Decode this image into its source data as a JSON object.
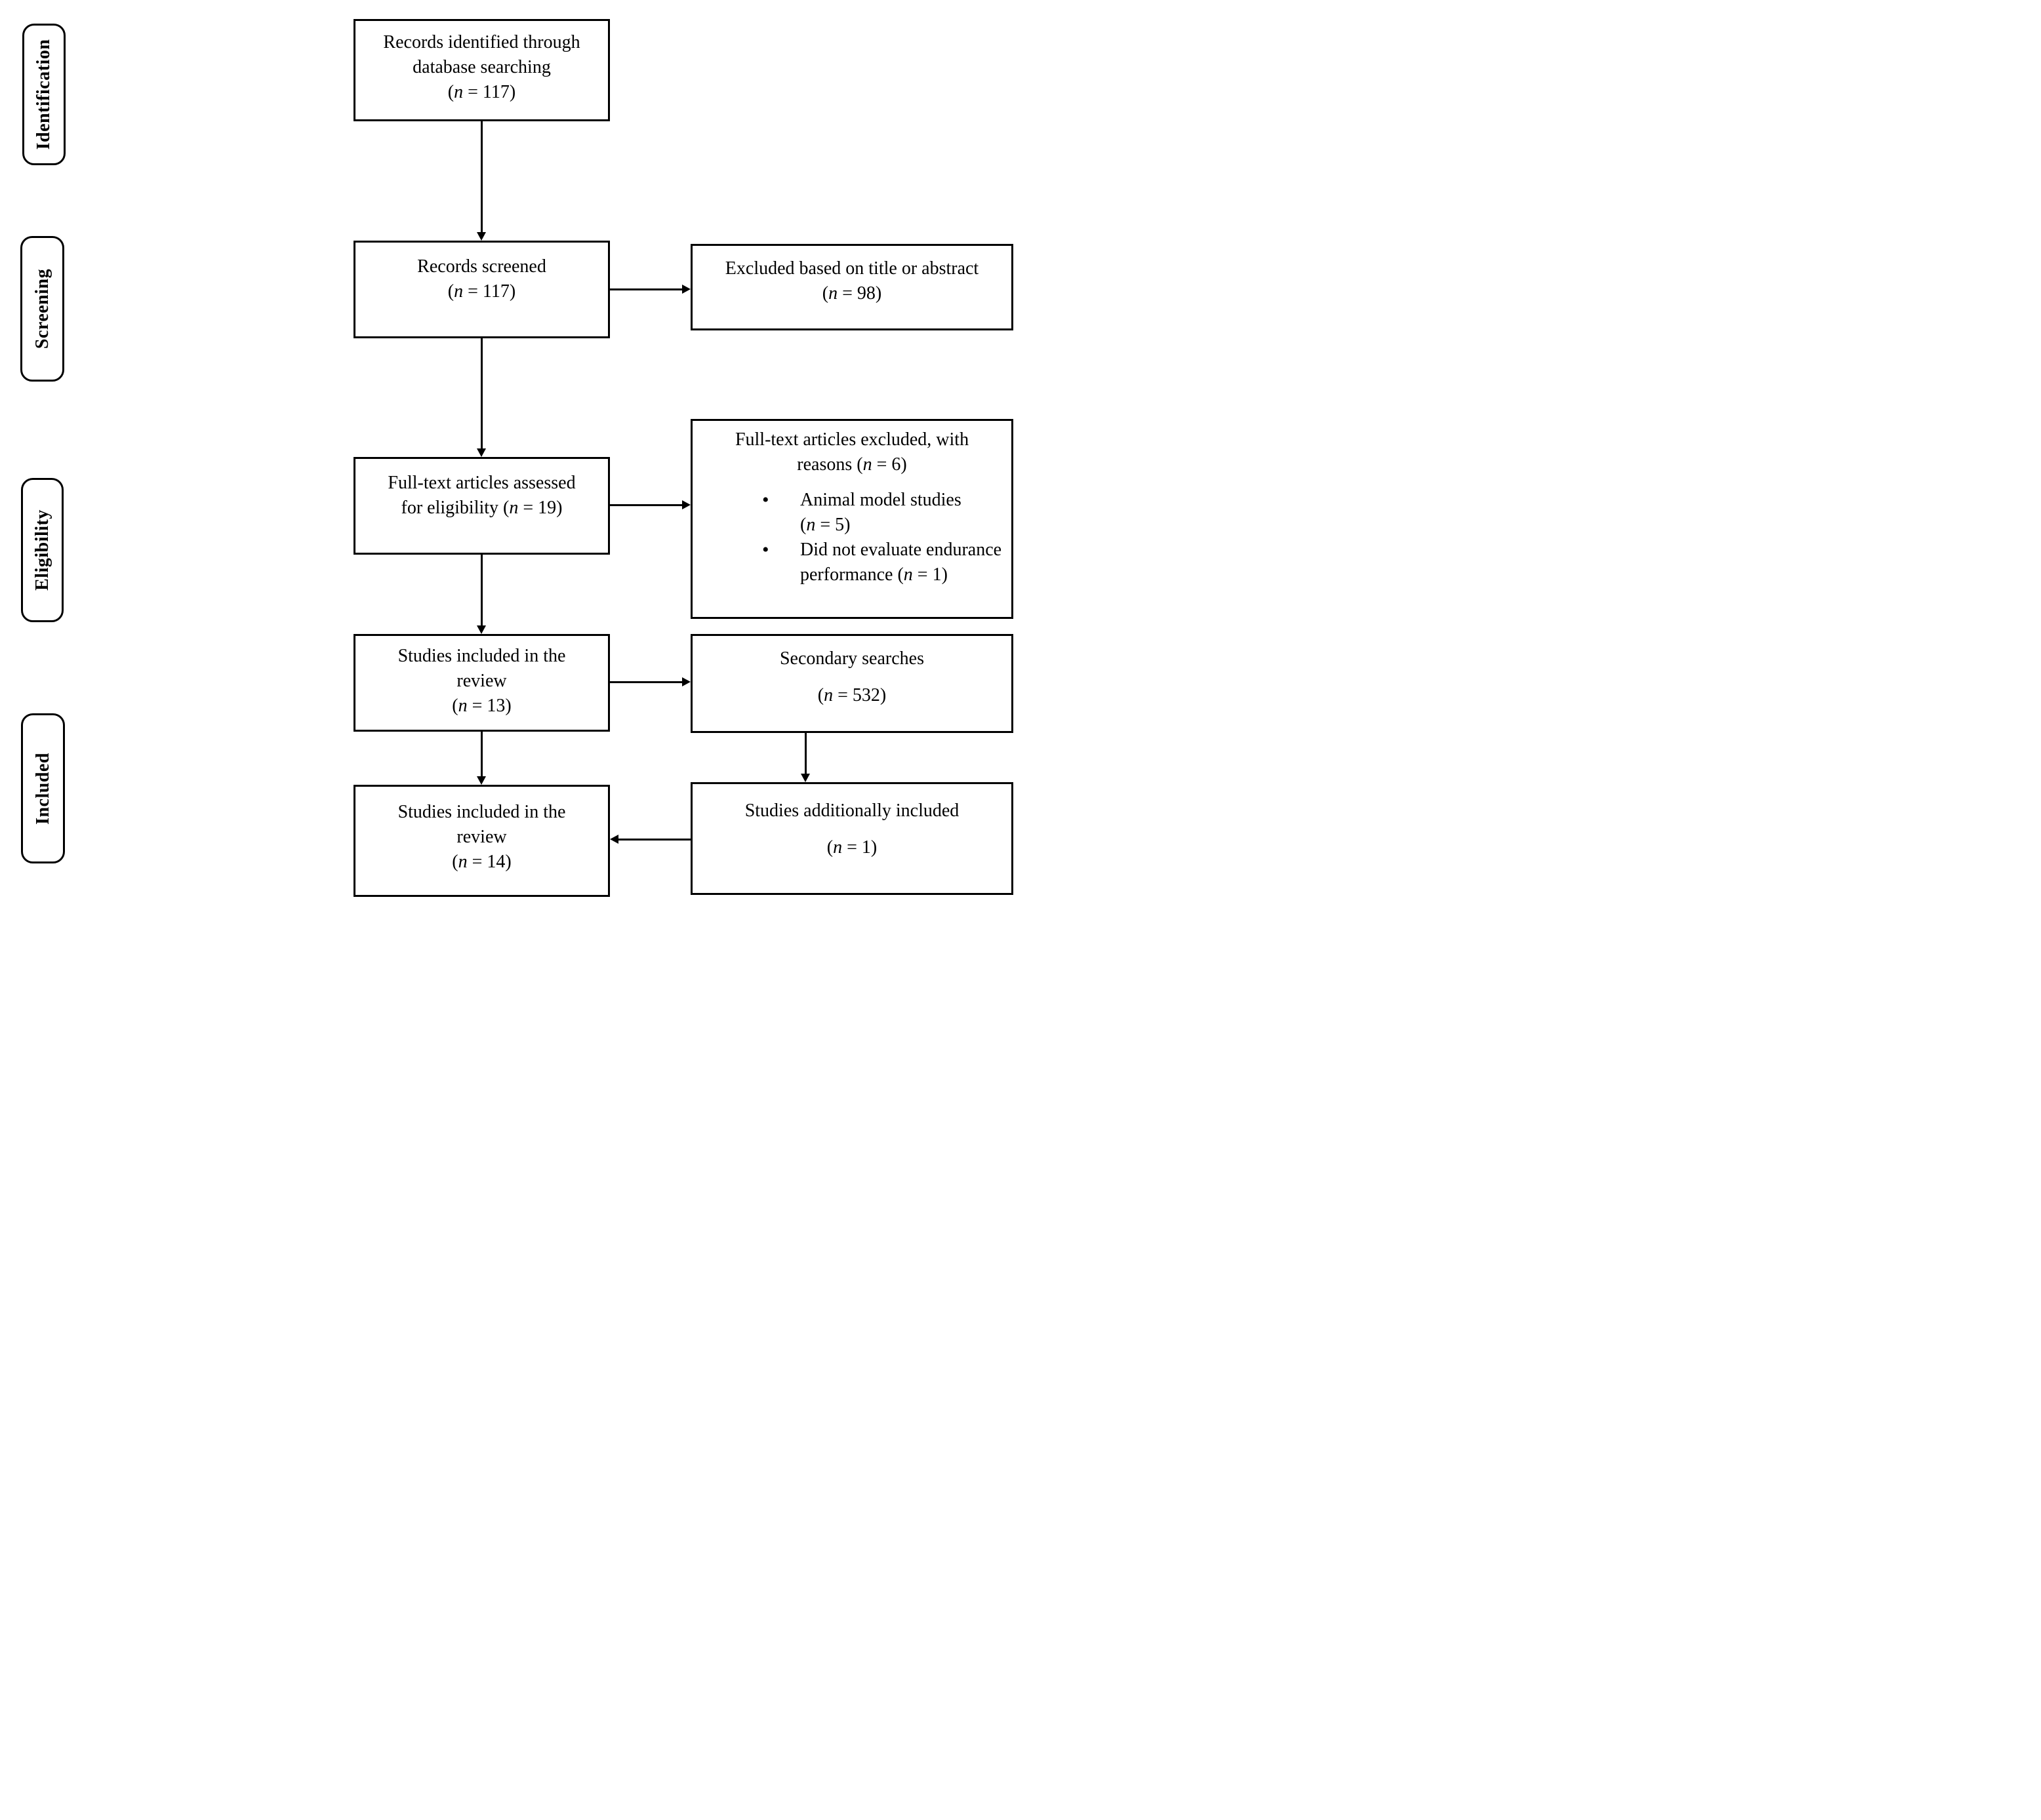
{
  "diagram": {
    "title": "PRISMA flow diagram",
    "colors": {
      "box_border": "#000000",
      "box_background": "#ffffff",
      "text": "#000000",
      "arrow": "#000000",
      "page_background": "#ffffff"
    },
    "stages": [
      {
        "label": "Identification"
      },
      {
        "label": "Screening"
      },
      {
        "label": "Eligibility"
      },
      {
        "label": "Included"
      }
    ],
    "boxes": {
      "identified": {
        "lines": [
          "Records identified through",
          "database searching",
          "(n = 117)"
        ]
      },
      "screened": {
        "lines": [
          "Records screened",
          "(n = 117)"
        ]
      },
      "excluded_title_abstract": {
        "lines": [
          "Excluded based on title or abstract",
          "(n = 98)"
        ]
      },
      "fulltext_assessed": {
        "lines": [
          "Full-text articles assessed",
          "for eligibility (n = 19)"
        ]
      },
      "fulltext_excluded": {
        "title_lines": [
          "Full-text articles excluded, with",
          "reasons (n = 6)"
        ],
        "bullets": [
          {
            "lines": [
              "Animal model studies",
              "(n = 5)"
            ]
          },
          {
            "lines": [
              "Did not evaluate endurance",
              "performance (n = 1)"
            ]
          }
        ]
      },
      "included_review_13": {
        "lines": [
          "Studies included in the",
          "review",
          "(n = 13)"
        ]
      },
      "secondary_searches": {
        "lines": [
          "Secondary searches",
          "",
          "(n = 532)"
        ]
      },
      "included_review_14": {
        "lines": [
          "Studies included in the",
          "review",
          "(n = 14)"
        ]
      },
      "additionally_included": {
        "lines": [
          "Studies additionally included",
          "",
          "(n = 1)"
        ]
      }
    }
  }
}
